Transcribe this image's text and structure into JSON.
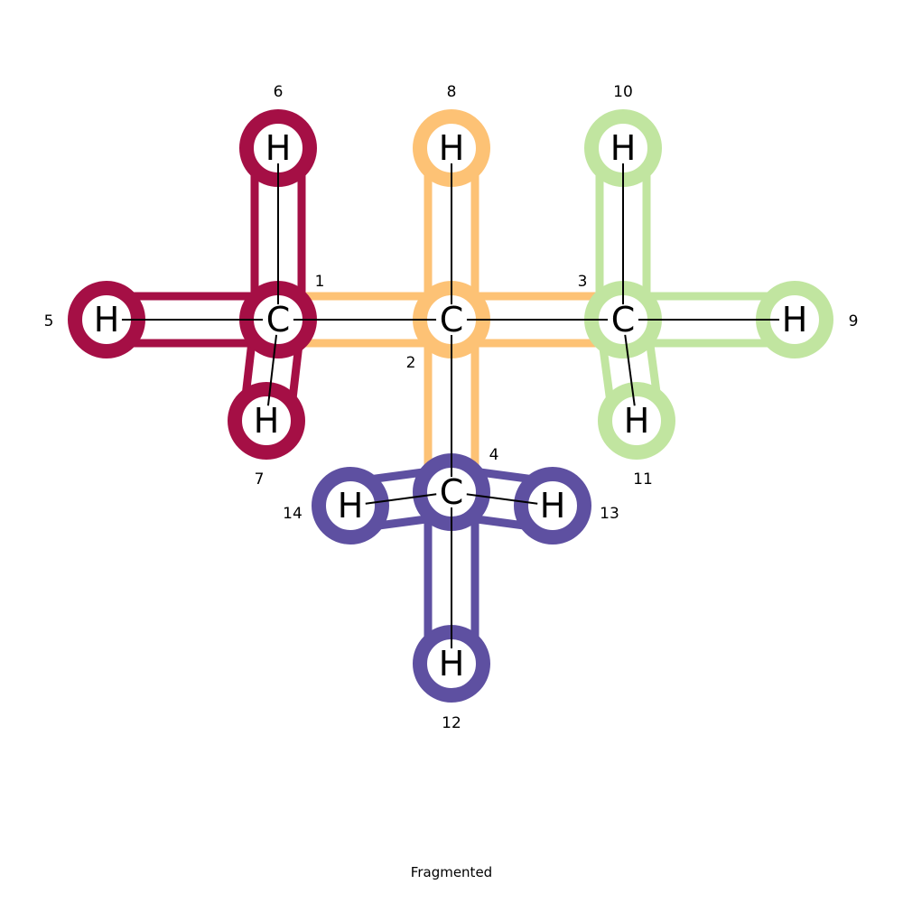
{
  "caption": "Fragmented",
  "fragment_colors": {
    "red": "#a50f45",
    "orange": "#fdc275",
    "green": "#c1e5a0",
    "purple": "#5e50a1"
  },
  "atoms": [
    {
      "id": 1,
      "element": "C",
      "fragment": "red",
      "index_label": "1"
    },
    {
      "id": 2,
      "element": "C",
      "fragment": "orange",
      "index_label": "2"
    },
    {
      "id": 3,
      "element": "C",
      "fragment": "green",
      "index_label": "3"
    },
    {
      "id": 4,
      "element": "C",
      "fragment": "purple",
      "index_label": "4"
    },
    {
      "id": 5,
      "element": "H",
      "fragment": "red",
      "index_label": "5"
    },
    {
      "id": 6,
      "element": "H",
      "fragment": "red",
      "index_label": "6"
    },
    {
      "id": 7,
      "element": "H",
      "fragment": "red",
      "index_label": "7"
    },
    {
      "id": 8,
      "element": "H",
      "fragment": "orange",
      "index_label": "8"
    },
    {
      "id": 9,
      "element": "H",
      "fragment": "green",
      "index_label": "9"
    },
    {
      "id": 10,
      "element": "H",
      "fragment": "green",
      "index_label": "10"
    },
    {
      "id": 11,
      "element": "H",
      "fragment": "green",
      "index_label": "11"
    },
    {
      "id": 12,
      "element": "H",
      "fragment": "purple",
      "index_label": "12"
    },
    {
      "id": 13,
      "element": "H",
      "fragment": "purple",
      "index_label": "13"
    },
    {
      "id": 14,
      "element": "H",
      "fragment": "purple",
      "index_label": "14"
    }
  ],
  "bonds": [
    {
      "from": 1,
      "to": 2,
      "fragment": "orange"
    },
    {
      "from": 2,
      "to": 3,
      "fragment": "orange"
    },
    {
      "from": 2,
      "to": 4,
      "fragment": "orange"
    },
    {
      "from": 1,
      "to": 5,
      "fragment": "red"
    },
    {
      "from": 1,
      "to": 6,
      "fragment": "red"
    },
    {
      "from": 1,
      "to": 7,
      "fragment": "red"
    },
    {
      "from": 2,
      "to": 8,
      "fragment": "orange"
    },
    {
      "from": 3,
      "to": 9,
      "fragment": "green"
    },
    {
      "from": 3,
      "to": 10,
      "fragment": "green"
    },
    {
      "from": 3,
      "to": 11,
      "fragment": "green"
    },
    {
      "from": 4,
      "to": 12,
      "fragment": "purple"
    },
    {
      "from": 4,
      "to": 13,
      "fragment": "purple"
    },
    {
      "from": 4,
      "to": 14,
      "fragment": "purple"
    }
  ]
}
